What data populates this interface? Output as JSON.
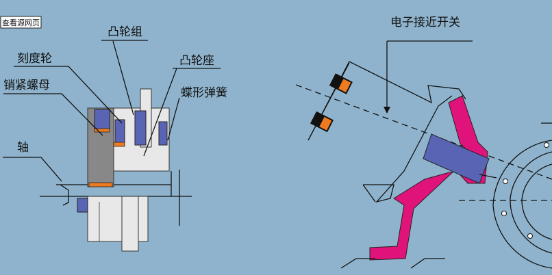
{
  "toolbar": {
    "view_source_label": "查看源网页"
  },
  "left_diagram": {
    "labels": {
      "cam_group": "凸轮组",
      "dial_wheel": "刻度轮",
      "cam_seat": "凸轮座",
      "lock_nut": "销紧螺母",
      "disc_spring": "蝶形弹簧",
      "shaft": "轴"
    }
  },
  "right_diagram": {
    "labels": {
      "proximity_switch": "电子接近开关"
    }
  },
  "colors": {
    "background": "#8fb3cc",
    "part_gray": "#bdbdbd",
    "part_light": "#e8e8e8",
    "part_dark": "#888888",
    "cam_blue": "#5a64b4",
    "nut_orange": "#ee7a22",
    "lever_magenta": "#e0137a",
    "sensor_black": "#111111"
  }
}
